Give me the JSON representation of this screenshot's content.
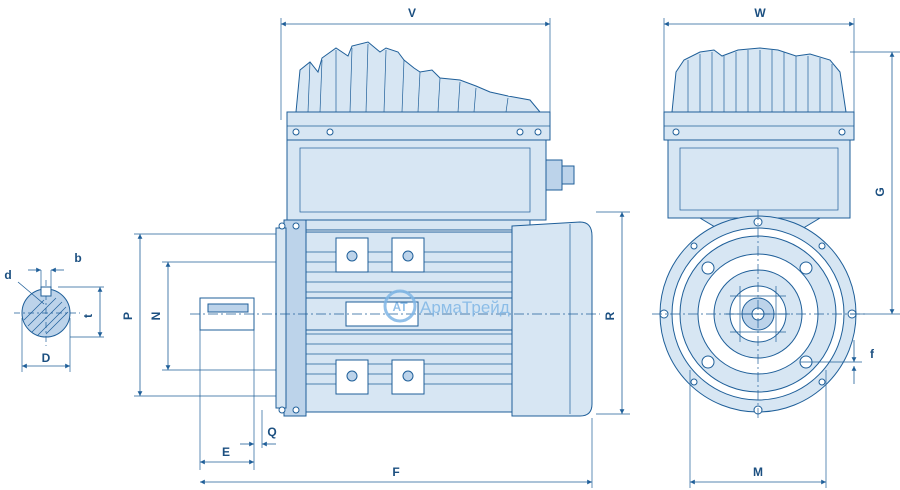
{
  "labels": {
    "V": "V",
    "W": "W",
    "G": "G",
    "R": "R",
    "P": "P",
    "N": "N",
    "E": "E",
    "Q": "Q",
    "F": "F",
    "M": "M",
    "f": "f",
    "b": "b",
    "d": "d",
    "t": "t",
    "D": "D"
  },
  "watermark": {
    "text": "АрмаТрейд",
    "logo_letters": "AT"
  },
  "colors": {
    "line": "#1f5f99",
    "fill_light": "#d7e6f3",
    "fill_mid": "#bcd3ea",
    "watermark": "#7fb6e6"
  }
}
